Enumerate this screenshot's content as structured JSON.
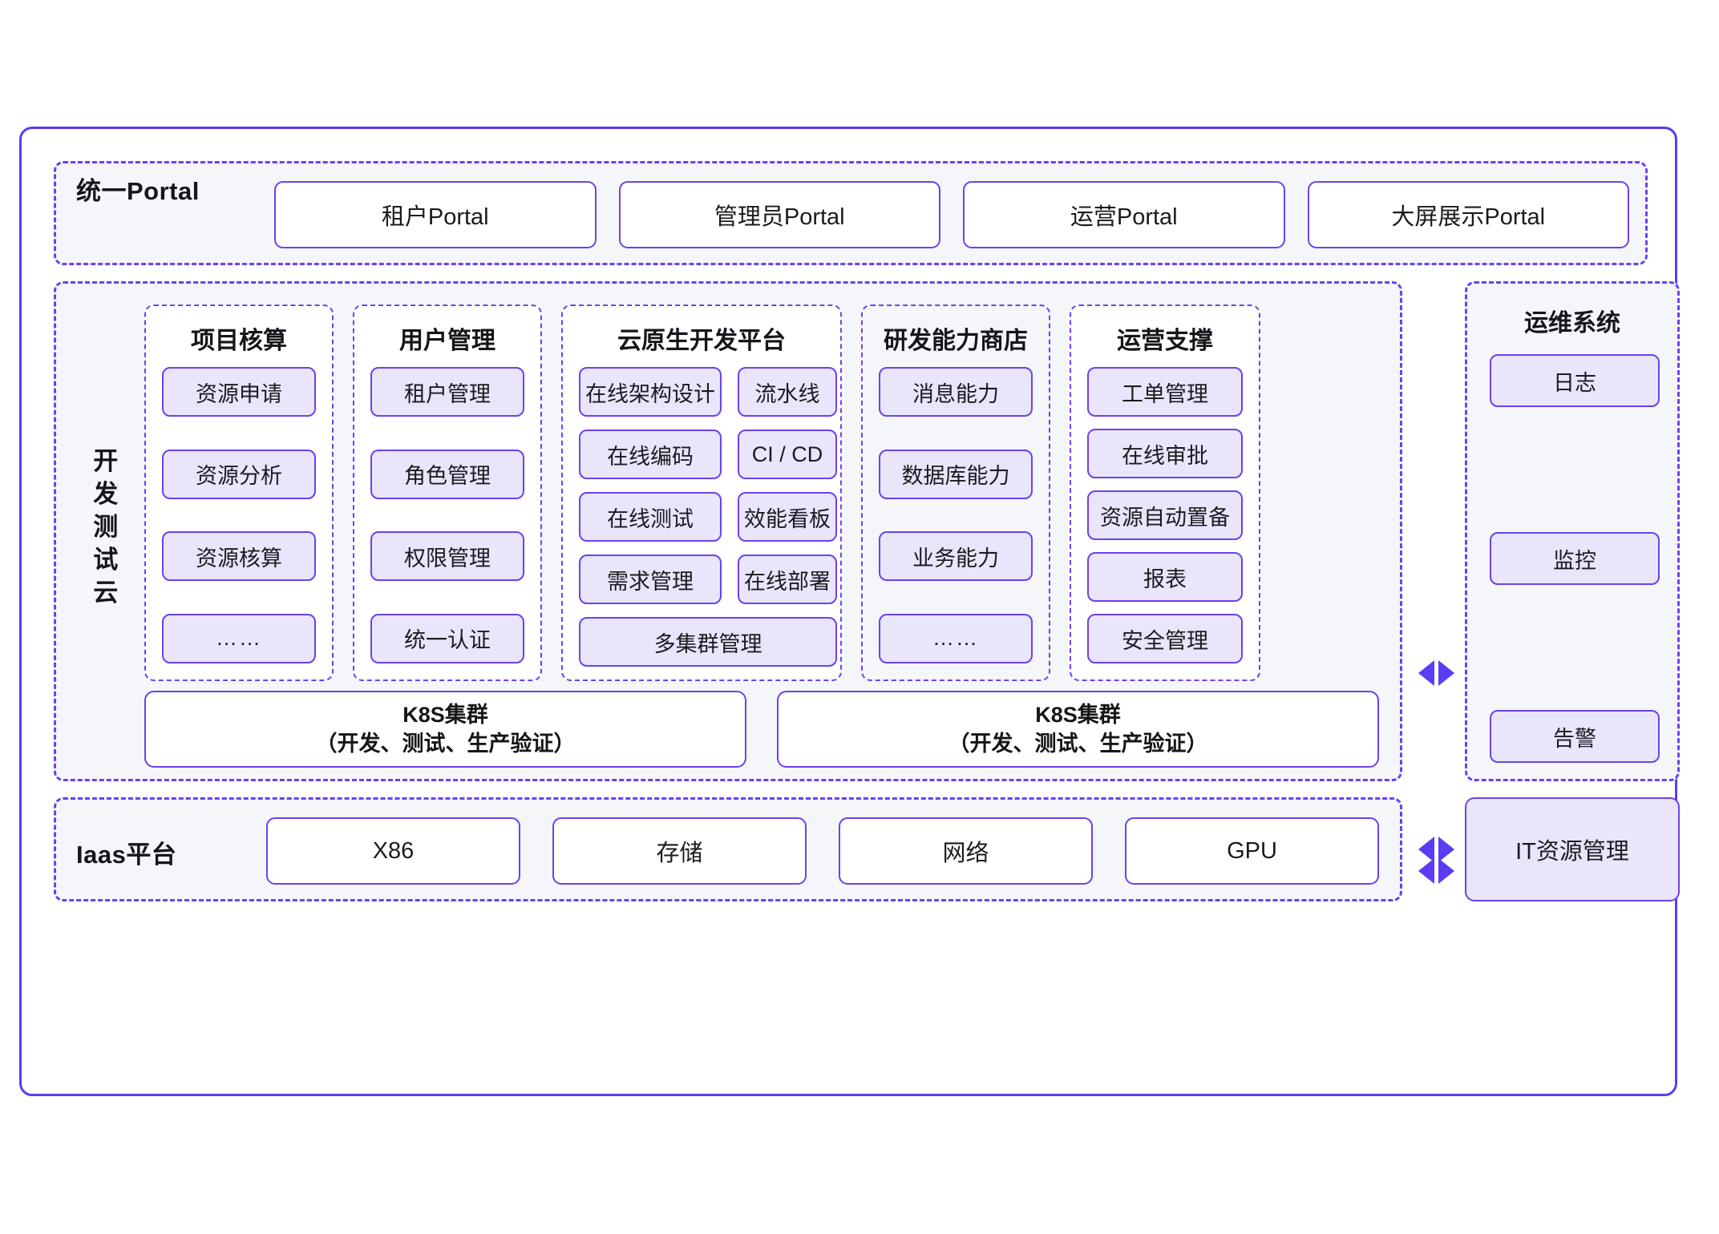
{
  "portal": {
    "label": "统一Portal",
    "items": [
      {
        "label": "租户Portal"
      },
      {
        "label": "管理员Portal"
      },
      {
        "label": "运营Portal"
      },
      {
        "label": "大屏展示Portal"
      }
    ]
  },
  "cloud": {
    "label": "开发测试云",
    "columns": [
      {
        "title": "项目核算",
        "items": [
          {
            "label": "资源申请"
          },
          {
            "label": "资源分析"
          },
          {
            "label": "资源核算"
          },
          {
            "label": "……"
          }
        ]
      },
      {
        "title": "用户管理",
        "items": [
          {
            "label": "租户管理"
          },
          {
            "label": "角色管理"
          },
          {
            "label": "权限管理"
          },
          {
            "label": "统一认证"
          }
        ]
      },
      {
        "title": "云原生开发平台",
        "items": [
          {
            "label": "在线架构设计"
          },
          {
            "label": "流水线"
          },
          {
            "label": "在线编码"
          },
          {
            "label": "CI / CD"
          },
          {
            "label": "在线测试"
          },
          {
            "label": "效能看板"
          },
          {
            "label": "需求管理"
          },
          {
            "label": "在线部署"
          },
          {
            "label": "多集群管理"
          }
        ]
      },
      {
        "title": "研发能力商店",
        "items": [
          {
            "label": "消息能力"
          },
          {
            "label": "数据库能力"
          },
          {
            "label": "业务能力"
          },
          {
            "label": "……"
          }
        ]
      },
      {
        "title": "运营支撑",
        "items": [
          {
            "label": "工单管理"
          },
          {
            "label": "在线审批"
          },
          {
            "label": "资源自动置备"
          },
          {
            "label": "报表"
          },
          {
            "label": "安全管理"
          }
        ]
      }
    ],
    "k8s": [
      {
        "line1": "K8S集群",
        "line2": "（开发、测试、生产验证）"
      },
      {
        "line1": "K8S集群",
        "line2": "（开发、测试、生产验证）"
      }
    ]
  },
  "ops": {
    "title": "运维系统",
    "items": [
      {
        "label": "日志"
      },
      {
        "label": "监控"
      },
      {
        "label": "告警"
      }
    ]
  },
  "iaas": {
    "label": "Iaas平台",
    "items": [
      {
        "label": "X86"
      },
      {
        "label": "存储"
      },
      {
        "label": "网络"
      },
      {
        "label": "GPU"
      }
    ],
    "it_resource": "IT资源管理"
  },
  "colors": {
    "accent": "#5b3cf0",
    "border_dashed": "#6a42ef",
    "chip_fill": "#e9e5fb",
    "section_fill": "#f5f6f9",
    "page_bg": "#ffffff",
    "text": "#1b1b1f"
  }
}
